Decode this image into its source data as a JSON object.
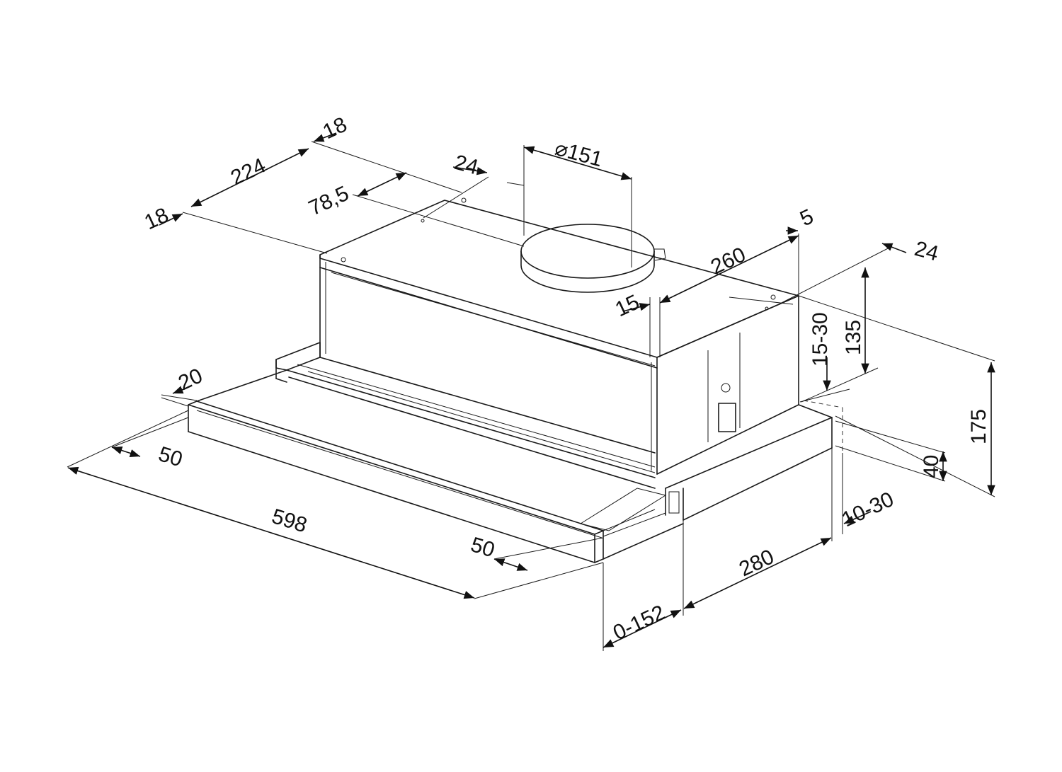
{
  "dimensions": {
    "d18_top": "18",
    "d224": "224",
    "d18_left": "18",
    "d24_top": "24",
    "d78_5": "78,5",
    "d151": "⌀151",
    "d5": "5",
    "d260": "260",
    "d24_right": "24",
    "d15": "15",
    "d15_30": "15-30",
    "d135": "135",
    "d175": "175",
    "d40": "40",
    "d20": "20",
    "d50_left": "50",
    "d598": "598",
    "d50_front": "50",
    "d10_30": "10-30",
    "d280": "280",
    "d0_152": "0-152"
  },
  "colors": {
    "line": "#1a1a1a",
    "background": "#ffffff"
  }
}
